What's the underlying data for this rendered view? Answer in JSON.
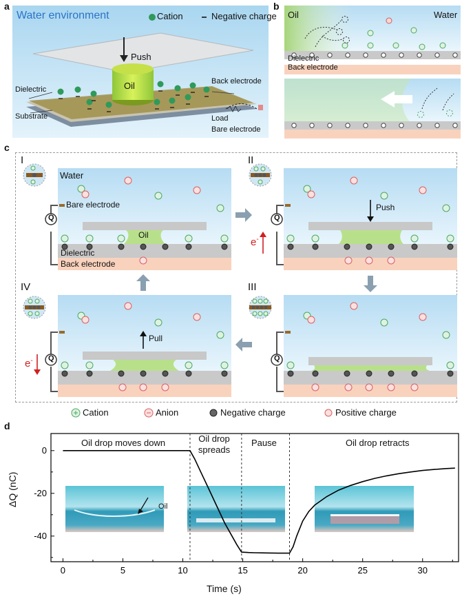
{
  "panels": {
    "a": "a",
    "b": "b",
    "c": "c",
    "d": "d"
  },
  "panel_a": {
    "title": "Water environment",
    "legend_cation": "Cation",
    "legend_negative": "Negative charge",
    "push": "Push",
    "oil": "Oil",
    "dielectric": "Dielectric",
    "substrate": "Substrate",
    "back_electrode": "Back electrode",
    "load": "Load",
    "bare_electrode": "Bare electrode"
  },
  "panel_b": {
    "oil": "Oil",
    "water": "Water",
    "dielectric": "Dielectric",
    "back_electrode": "Back electrode"
  },
  "panel_c": {
    "steps": [
      "I",
      "II",
      "III",
      "IV"
    ],
    "water": "Water",
    "bare_electrode": "Bare electrode",
    "oil": "Oil",
    "dielectric": "Dielectric",
    "back_electrode": "Back electrode",
    "push": "Push",
    "pull": "Pull",
    "q": "Q",
    "electron": "e",
    "electron_sup": "-",
    "legend": [
      "Cation",
      "Anion",
      "Negative charge",
      "Positive charge"
    ]
  },
  "colors": {
    "water_top": "#b6dcf3",
    "water_bottom": "#e6f4fb",
    "dielectric": "#c9c9c9",
    "back_electrode": "#f9d2bd",
    "cation": "#5cb870",
    "anion": "#ee8585",
    "negative": "#4a4a4a",
    "oil": "#9ad468",
    "arrow": "#8aa0b0",
    "electron": "#d02020"
  },
  "chart_data": {
    "type": "line",
    "xlabel": "Time (s)",
    "ylabel": "ΔQ (nC)",
    "xlim": [
      -1,
      33
    ],
    "ylim": [
      -52,
      8
    ],
    "xticks": [
      0,
      5,
      10,
      15,
      20,
      25,
      30
    ],
    "yticks": [
      0,
      -20,
      -40
    ],
    "phases": [
      {
        "label": "Oil drop moves down",
        "start": 0,
        "end": 10.6
      },
      {
        "label": "Oil drop\nspreads",
        "start": 10.6,
        "end": 14.9
      },
      {
        "label": "Pause",
        "start": 14.9,
        "end": 18.9
      },
      {
        "label": "Oil drop retracts",
        "start": 18.9,
        "end": 32.7
      }
    ],
    "dividers": [
      10.6,
      14.9,
      18.9
    ],
    "inset_annotation": "Oil",
    "x": [
      0,
      2,
      4,
      6,
      8,
      10,
      10.6,
      11,
      11.5,
      12,
      12.5,
      13,
      13.5,
      14,
      14.5,
      14.9,
      15.5,
      16,
      17,
      18,
      18.9,
      19.2,
      19.5,
      20,
      20.5,
      21,
      22,
      23,
      24,
      25,
      26,
      27,
      28,
      29,
      30,
      31,
      32,
      32.7
    ],
    "series": [
      {
        "values": [
          0,
          0,
          0,
          0,
          0,
          0,
          0,
          -4,
          -10,
          -16,
          -22,
          -28,
          -34,
          -39,
          -44,
          -47.5,
          -47.7,
          -47.8,
          -47.9,
          -48,
          -48,
          -45,
          -40,
          -33,
          -28.5,
          -25.5,
          -21.5,
          -18.5,
          -16.3,
          -14.5,
          -13,
          -11.8,
          -10.8,
          -10,
          -9.3,
          -8.8,
          -8.4,
          -8.2
        ]
      }
    ]
  }
}
